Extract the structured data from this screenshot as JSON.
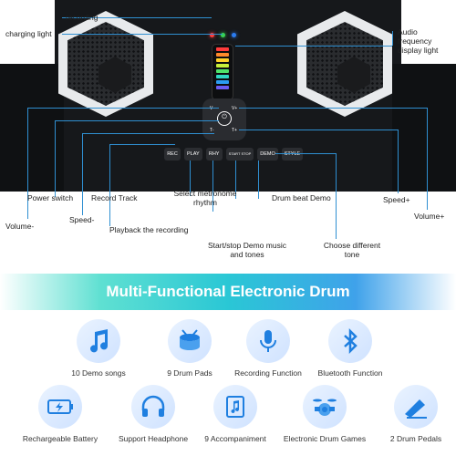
{
  "callouts": {
    "recording": "recording",
    "charging_light": "charging light",
    "audio_frequency": "Audio frequency display light",
    "power_switch": "Power switch",
    "record_track": "Record Track",
    "select_metronome": "Select metronome rhythm",
    "drum_beat_demo": "Drum beat Demo",
    "speed_plus": "Speed+",
    "volume_minus": "Volume-",
    "speed_minus": "Speed-",
    "playback": "Playback the recording",
    "start_stop": "Start/stop Demo music and tones",
    "choose_tone": "Choose different tone",
    "volume_plus": "Volume+"
  },
  "device": {
    "buttons": [
      "REC",
      "PLAY",
      "RHY",
      "START STOP",
      "DEMO",
      "STYLE"
    ],
    "controls": {
      "v_minus": "V-",
      "v_plus": "V+",
      "t_minus": "T-",
      "t_plus": "T+",
      "power": "⏻"
    },
    "led_colors": [
      "#ff3b3b",
      "#ff8a2b",
      "#ffd22b",
      "#c7f03a",
      "#4fe36a",
      "#2fd7c2",
      "#2b9cf2",
      "#6a5cf2"
    ],
    "indicator_colors": [
      "#ff3b3b",
      "#37d455",
      "#2b7cf2"
    ]
  },
  "banner": {
    "title": "Multi-Functional Electronic Drum"
  },
  "features": [
    {
      "label": "10 Demo songs",
      "icon": "music-note-icon"
    },
    {
      "label": "9 Drum Pads",
      "icon": "drum-icon"
    },
    {
      "label": "Recording Function",
      "icon": "microphone-icon"
    },
    {
      "label": "Bluetooth Function",
      "icon": "bluetooth-icon"
    },
    {
      "label": "Rechargeable Battery",
      "icon": "battery-icon"
    },
    {
      "label": "Support Headphone",
      "icon": "headphone-icon"
    },
    {
      "label": "9 Accompaniment",
      "icon": "music-file-icon"
    },
    {
      "label": "Electronic Drum Games",
      "icon": "drum-kit-icon"
    },
    {
      "label": "2 Drum Pedals",
      "icon": "pedal-icon"
    }
  ],
  "colors": {
    "accent": "#2f8fd1",
    "icon_blue": "#1f7fe0",
    "teal": "#1fbfa7"
  }
}
